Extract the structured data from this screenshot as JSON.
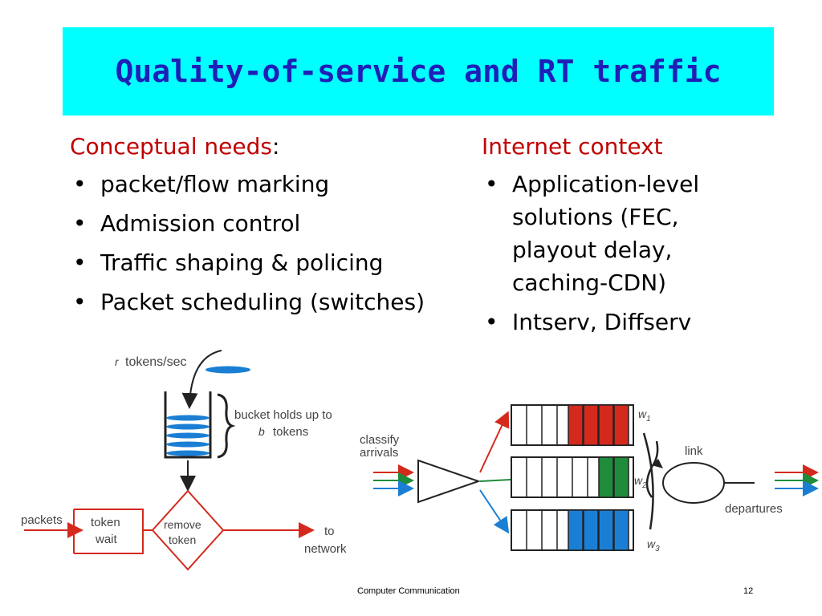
{
  "slide": {
    "title": "Quality-of-service and RT traffic",
    "left": {
      "heading": "Conceptual needs",
      "heading_suffix": ":",
      "bullets": [
        "packet/flow marking",
        "Admission control",
        "Traffic shaping & policing",
        "Packet scheduling (switches)"
      ]
    },
    "right": {
      "heading": "Internet context",
      "bullets": [
        "Application-level solutions (FEC, playout delay, caching-CDN)",
        "Intserv, Diffserv"
      ]
    },
    "footer": "Computer Communication",
    "page_number": "12"
  },
  "token_bucket": {
    "rate_symbol": "r",
    "rate_label": "tokens/sec",
    "bucket_label_line1": "bucket holds up to",
    "bucket_symbol": "b",
    "bucket_label_line2": "tokens",
    "packets_label": "packets",
    "wait_label_line1": "token",
    "wait_label_line2": "wait",
    "remove_label_line1": "remove",
    "remove_label_line2": "token",
    "network_label_line1": "to",
    "network_label_line2": "network"
  },
  "wfq": {
    "classify_line1": "classify",
    "classify_line2": "arrivals",
    "link_label": "link",
    "departures_label": "departures",
    "w1": "w",
    "w1_sub": "1",
    "w2": "w",
    "w2_sub": "2",
    "w3": "w",
    "w3_sub": "3",
    "colors": {
      "red": "#d42a1e",
      "green": "#1e8c3a",
      "blue": "#1a7fd4"
    }
  }
}
